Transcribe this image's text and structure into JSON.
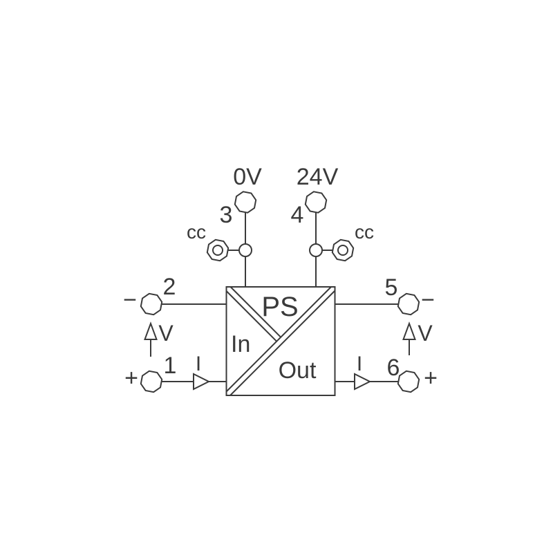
{
  "colors": {
    "line": "#3a3a3a",
    "background": "#ffffff"
  },
  "power_supply": {
    "left": {
      "voltage_label": "0V",
      "terminal_number": "3",
      "test_point_label": "cc"
    },
    "right": {
      "voltage_label": "24V",
      "terminal_number": "4",
      "test_point_label": "cc"
    }
  },
  "input_side": {
    "negative": {
      "terminal_number": "2",
      "polarity": "−"
    },
    "positive": {
      "terminal_number": "1",
      "polarity": "+"
    },
    "voltage_arrow_label": "V",
    "current_arrow_label": "I"
  },
  "output_side": {
    "negative": {
      "terminal_number": "5",
      "polarity": "−"
    },
    "positive": {
      "terminal_number": "6",
      "polarity": "+"
    },
    "voltage_arrow_label": "V",
    "current_arrow_label": "I"
  },
  "device_block": {
    "power_section_label": "PS",
    "input_section_label": "In",
    "output_section_label": "Out"
  }
}
